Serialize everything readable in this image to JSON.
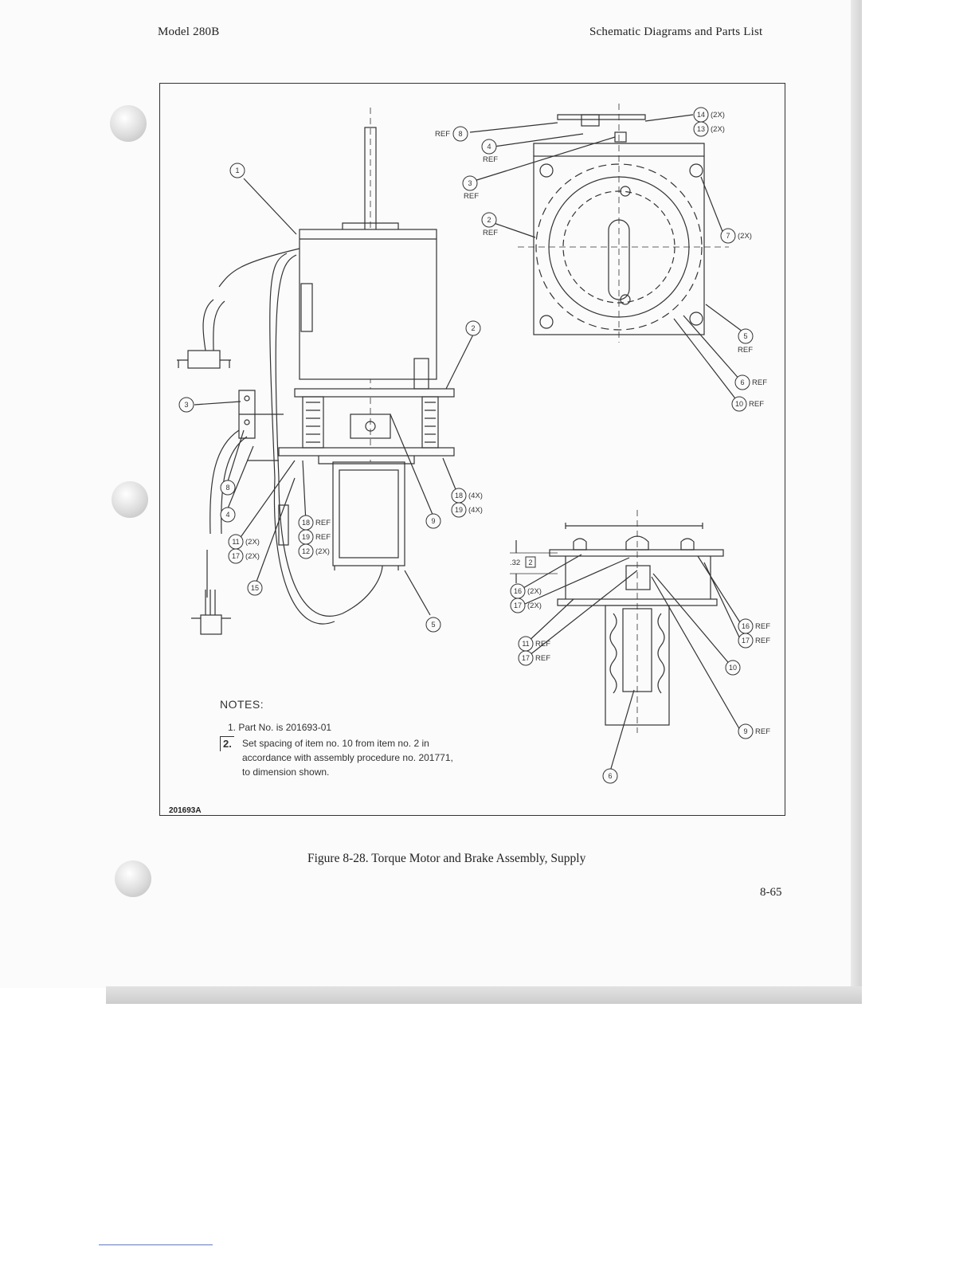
{
  "header": {
    "left": "Model 280B",
    "right": "Schematic Diagrams and Parts List"
  },
  "figure": {
    "caption": "Figure 8-28.  Torque Motor and Brake Assembly, Supply",
    "drawing_number": "201693A",
    "dimension_label": ".32",
    "dimension_note_ref": "2"
  },
  "notes": {
    "title": "NOTES:",
    "items": [
      "1.  Part No. is 201693-01",
      "Set spacing of item no. 10 from item no. 2 in accordance with assembly procedure no. 201771, to dimension shown."
    ],
    "note2_marker": "2."
  },
  "callouts": [
    {
      "id": "c1",
      "num": "1",
      "suffix": ""
    },
    {
      "id": "c2",
      "num": "2",
      "suffix": ""
    },
    {
      "id": "c3",
      "num": "3",
      "suffix": ""
    },
    {
      "id": "c4",
      "num": "4",
      "suffix": ""
    },
    {
      "id": "c5",
      "num": "5",
      "suffix": ""
    },
    {
      "id": "c6",
      "num": "6",
      "suffix": ""
    },
    {
      "id": "c8",
      "num": "8",
      "suffix": ""
    },
    {
      "id": "c9",
      "num": "9",
      "suffix": ""
    },
    {
      "id": "c10",
      "num": "10",
      "suffix": ""
    },
    {
      "id": "c11",
      "num": "11",
      "suffix": "(2X)"
    },
    {
      "id": "c12",
      "num": "12",
      "suffix": "(2X)"
    },
    {
      "id": "c15",
      "num": "15",
      "suffix": ""
    },
    {
      "id": "c16",
      "num": "16",
      "suffix": "(2X)"
    },
    {
      "id": "c17",
      "num": "17",
      "suffix": "(2X)"
    },
    {
      "id": "c18",
      "num": "18",
      "suffix": "(4X)"
    },
    {
      "id": "c19",
      "num": "19",
      "suffix": "(4X)"
    },
    {
      "id": "c18r",
      "num": "18",
      "suffix": "REF"
    },
    {
      "id": "c19r",
      "num": "19",
      "suffix": "REF"
    },
    {
      "id": "c2r",
      "num": "2",
      "suffix": "REF"
    },
    {
      "id": "c3r",
      "num": "3",
      "suffix": "REF"
    },
    {
      "id": "c4r",
      "num": "4",
      "suffix": "REF"
    },
    {
      "id": "c5r",
      "num": "5",
      "suffix": "REF"
    },
    {
      "id": "c6r",
      "num": "6",
      "suffix": "REF"
    },
    {
      "id": "c7",
      "num": "7",
      "suffix": "(2X)"
    },
    {
      "id": "c8r",
      "num": "8",
      "suffix": "REF"
    },
    {
      "id": "c10r",
      "num": "10",
      "suffix": "REF"
    },
    {
      "id": "c13",
      "num": "13",
      "suffix": "(2X)"
    },
    {
      "id": "c14",
      "num": "14",
      "suffix": "(2X)"
    },
    {
      "id": "c9r",
      "num": "9",
      "suffix": "REF"
    },
    {
      "id": "c11r",
      "num": "11",
      "suffix": "REF"
    },
    {
      "id": "c16r",
      "num": "16",
      "suffix": "REF"
    },
    {
      "id": "c17r",
      "num": "17",
      "suffix": "REF"
    },
    {
      "id": "c17r2",
      "num": "17",
      "suffix": "REF"
    },
    {
      "id": "c16b",
      "num": "16",
      "suffix": "(2X)"
    },
    {
      "id": "c17b",
      "num": "17",
      "suffix": "(2X)"
    },
    {
      "id": "c10b",
      "num": "10",
      "suffix": ""
    },
    {
      "id": "c6b",
      "num": "6",
      "suffix": ""
    }
  ],
  "page_number": "8-65"
}
